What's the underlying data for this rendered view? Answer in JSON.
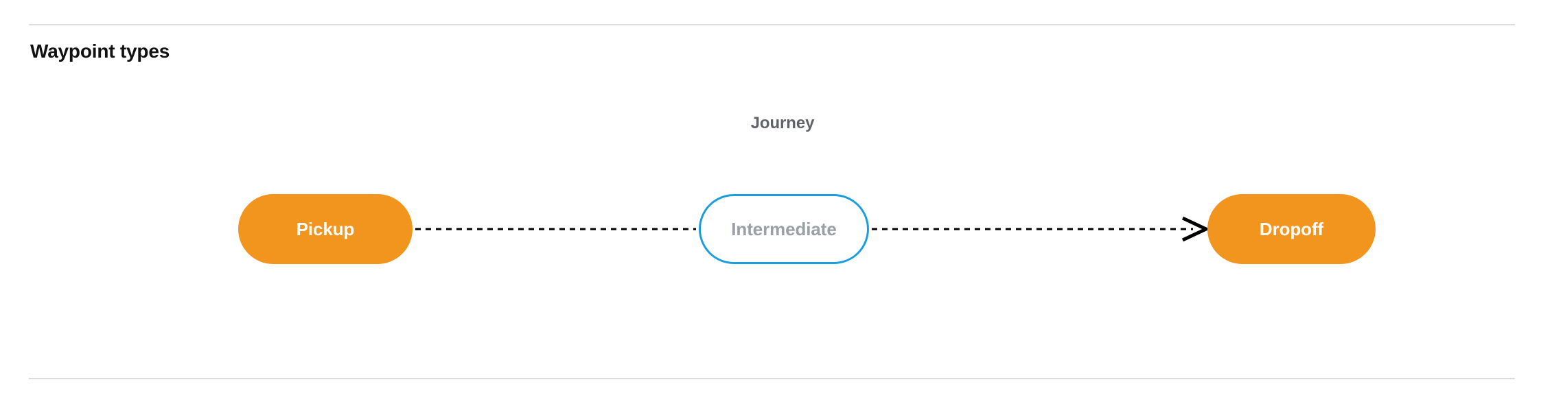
{
  "section": {
    "title": "Waypoint types"
  },
  "diagram": {
    "group_label": "Journey",
    "nodes": [
      {
        "id": "pickup",
        "label": "Pickup",
        "style": "filled",
        "fill": "#f2951f",
        "text_color": "#ffffff"
      },
      {
        "id": "intermediate",
        "label": "Intermediate",
        "style": "outlined",
        "fill": "#ffffff",
        "border_color": "#1a9ee0",
        "text_color": "#9aa0a6"
      },
      {
        "id": "dropoff",
        "label": "Dropoff",
        "style": "filled",
        "fill": "#f2951f",
        "text_color": "#ffffff"
      }
    ],
    "edges": [
      {
        "from": "pickup",
        "to": "intermediate",
        "style": "dashed",
        "arrowhead": false,
        "color": "#000000"
      },
      {
        "from": "intermediate",
        "to": "dropoff",
        "style": "dashed",
        "arrowhead": true,
        "color": "#000000"
      }
    ]
  },
  "colors": {
    "divider": "#dadce0",
    "accent_orange": "#f2951f",
    "accent_blue": "#1a9ee0",
    "muted_text": "#5f6368",
    "placeholder_text": "#9aa0a6",
    "title_text": "#111111",
    "background": "#ffffff"
  }
}
